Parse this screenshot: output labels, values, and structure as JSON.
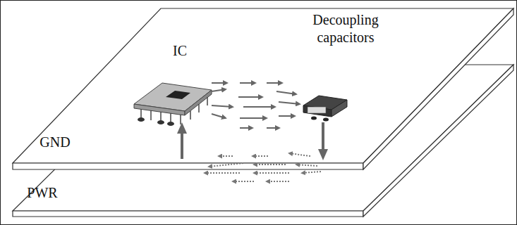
{
  "diagram": {
    "labels": [
      "IC",
      "Decoupling capacitors",
      "GND",
      "PWR"
    ]
  }
}
